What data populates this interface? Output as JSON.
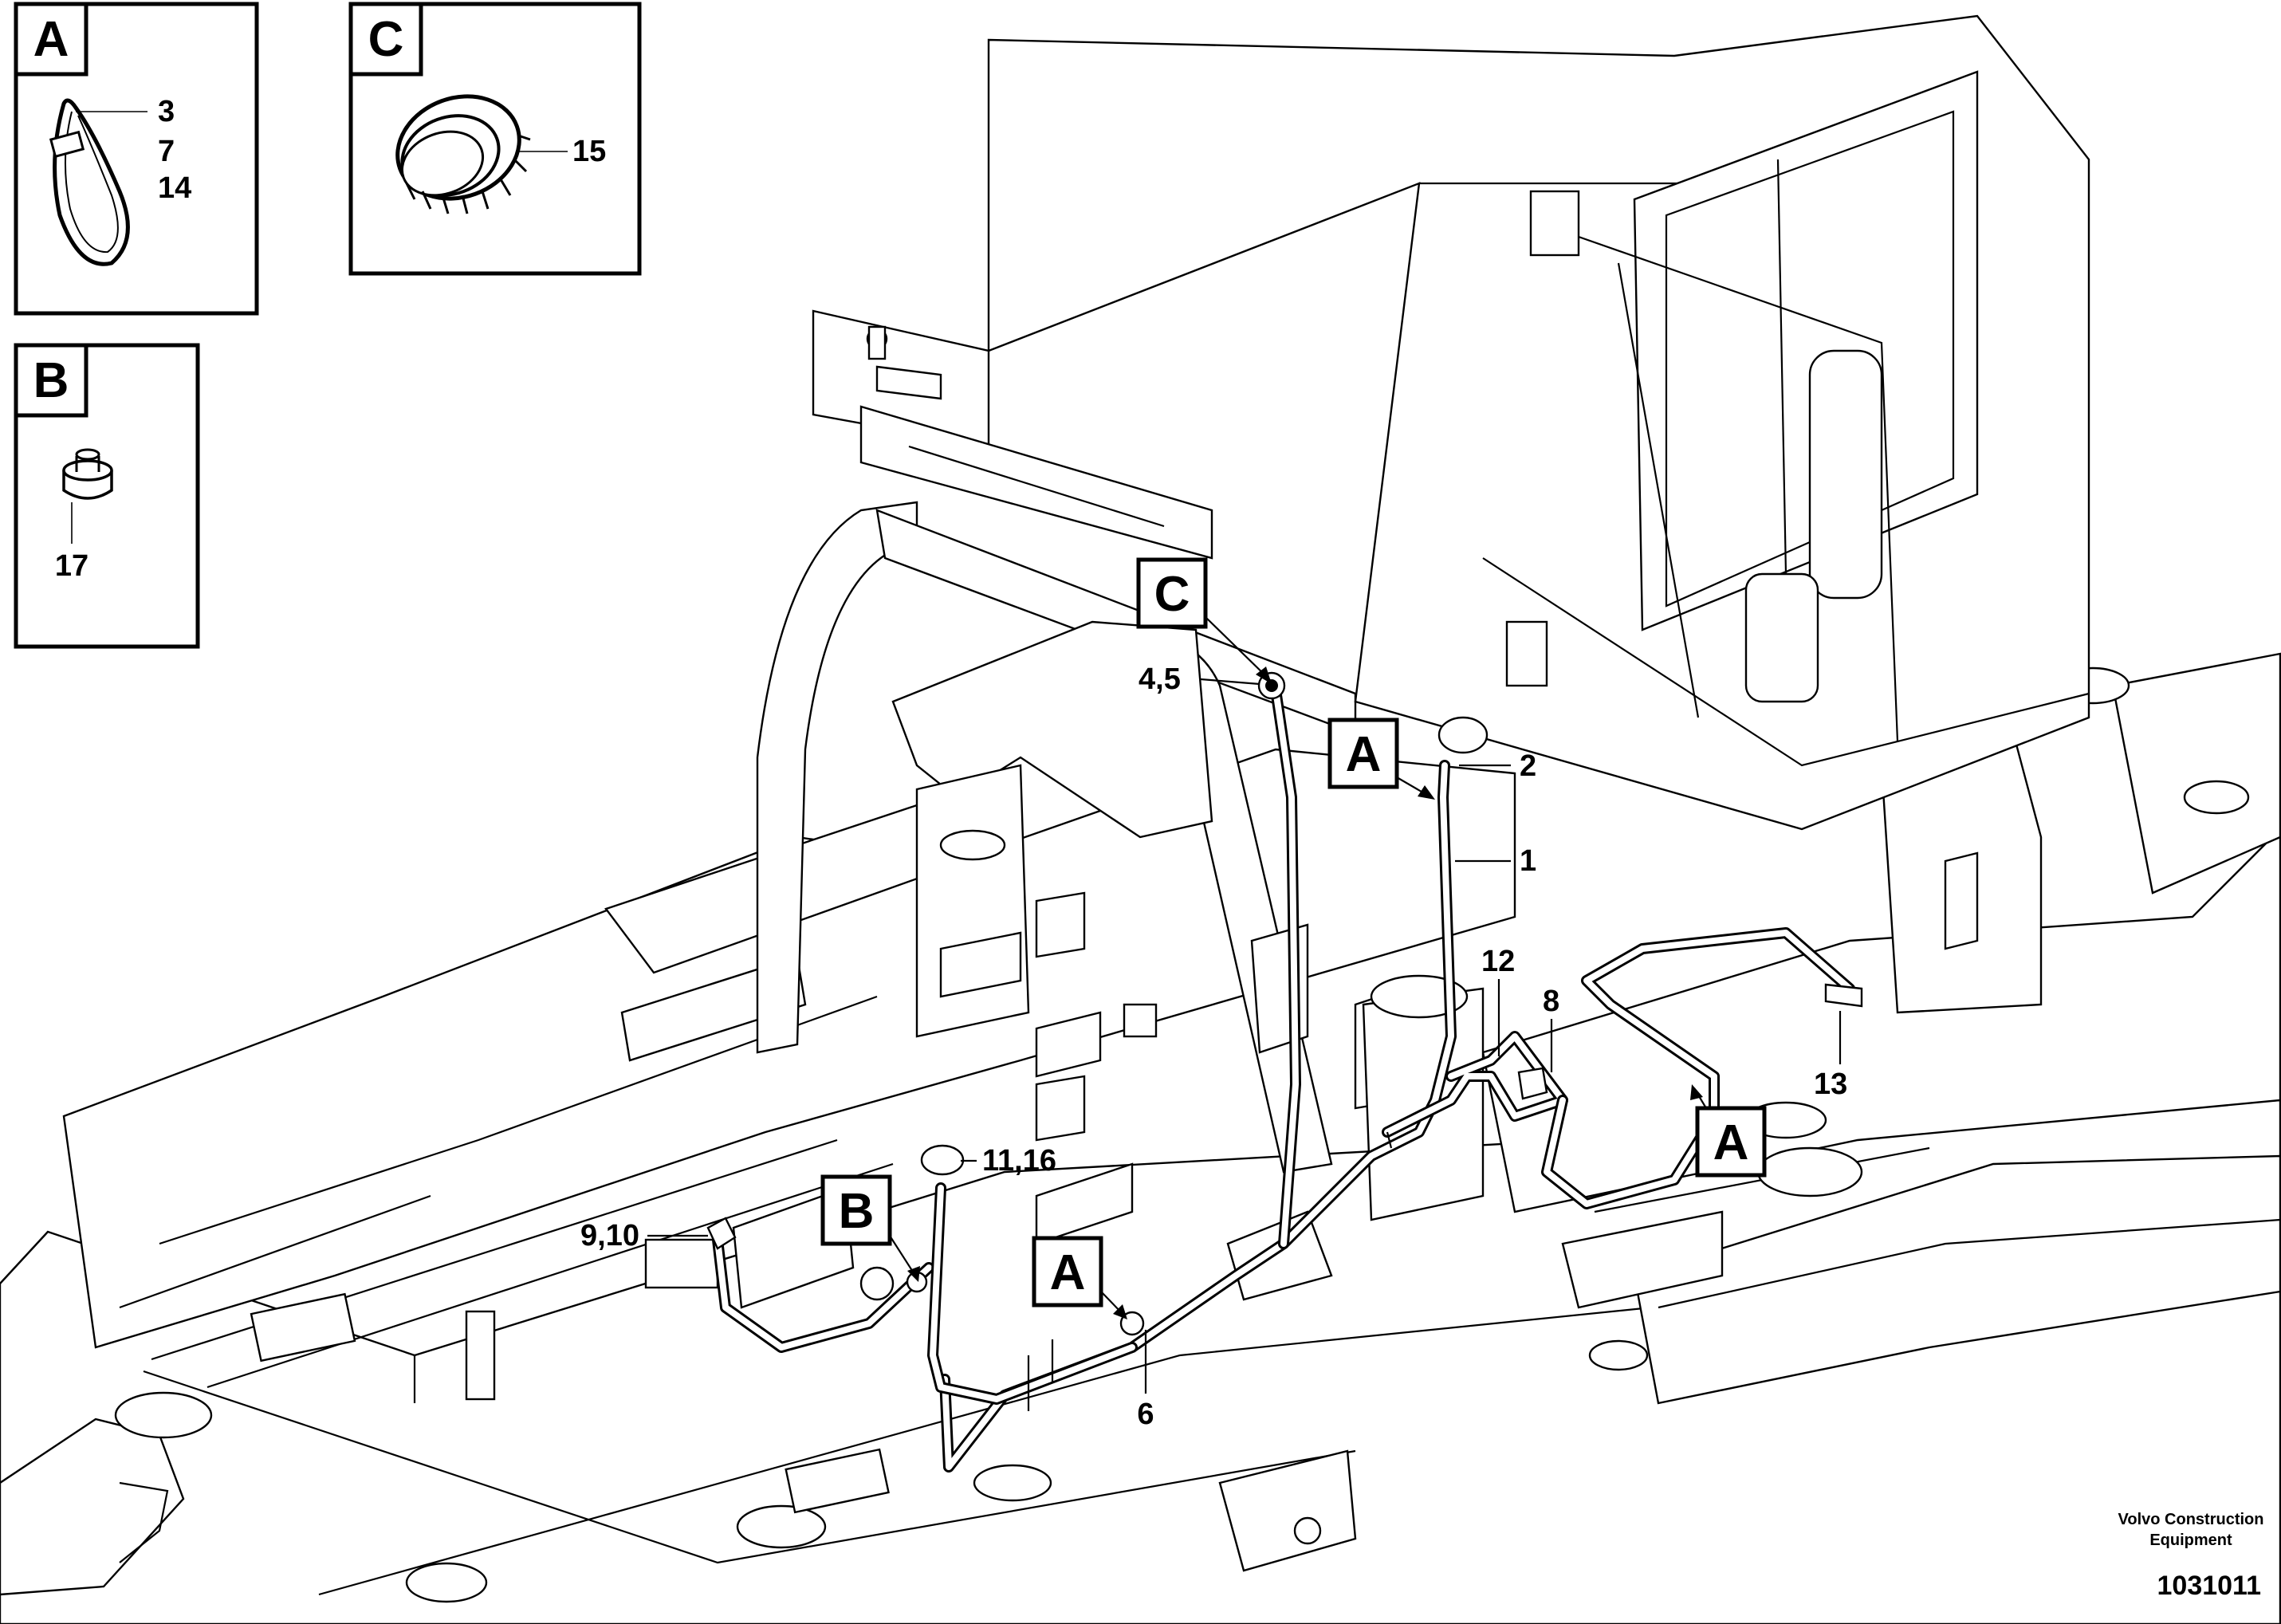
{
  "insets": {
    "a": {
      "letter": "A",
      "callouts": [
        "3",
        "7",
        "14"
      ]
    },
    "c": {
      "letter": "C",
      "callouts": [
        "15"
      ]
    },
    "b": {
      "letter": "B",
      "callouts": [
        "17"
      ]
    }
  },
  "markers": {
    "c_top": "C",
    "a_upper": "A",
    "a_right": "A",
    "a_lower": "A",
    "b_left": "B"
  },
  "callouts": {
    "c_45": "4,5",
    "c_2": "2",
    "c_1": "1",
    "c_12": "12",
    "c_8": "8",
    "c_13": "13",
    "c_1116": "11,16",
    "c_910": "9,10",
    "c_6": "6"
  },
  "footer": {
    "company_line1": "Volvo Construction",
    "company_line2": "Equipment",
    "doc_number": "1031011"
  }
}
